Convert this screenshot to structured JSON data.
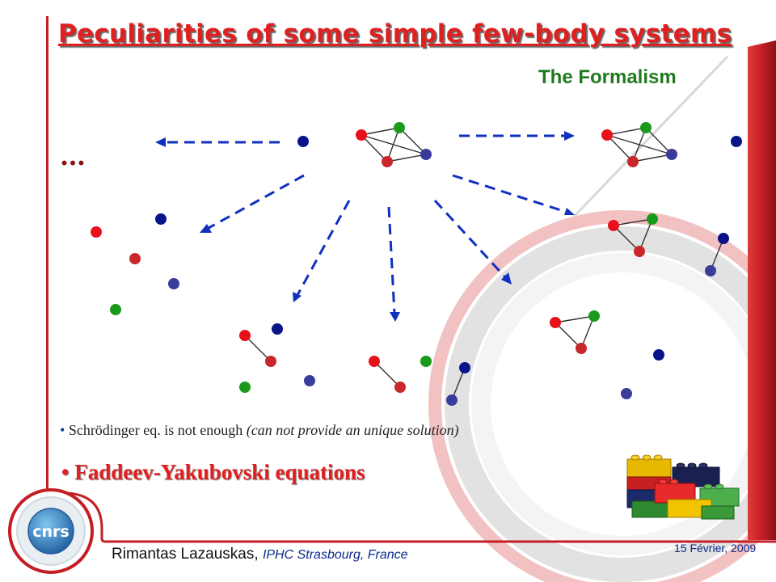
{
  "slide": {
    "title": "Peculiarities of some simple few-body systems",
    "subtitle": "The Formalism",
    "ellipsis": "…",
    "bullet1": {
      "dot": "•",
      "text": "Schrödinger eq. is not enough ",
      "italic": "(can not provide an unique solution)"
    },
    "bullet2": {
      "dot": "•",
      "text": "Faddeev-Yakubovski equations"
    },
    "footer": {
      "author": "Rimantas Lazauskas,",
      "institution": "IPHC Strasbourg, France",
      "date": "15 Février, 2009"
    },
    "logo_text": "cnrs"
  },
  "colors": {
    "frame_red": "#c41e24",
    "particle_red": "#e8101a",
    "particle_darkred": "#c8282c",
    "particle_green": "#1a9a1a",
    "particle_navy": "#0a148a",
    "particle_slate": "#3a3c9a",
    "arrow_blue": "#1030c0",
    "title_red": "#e02020",
    "subtitle_green": "#1f7a1f"
  }
}
